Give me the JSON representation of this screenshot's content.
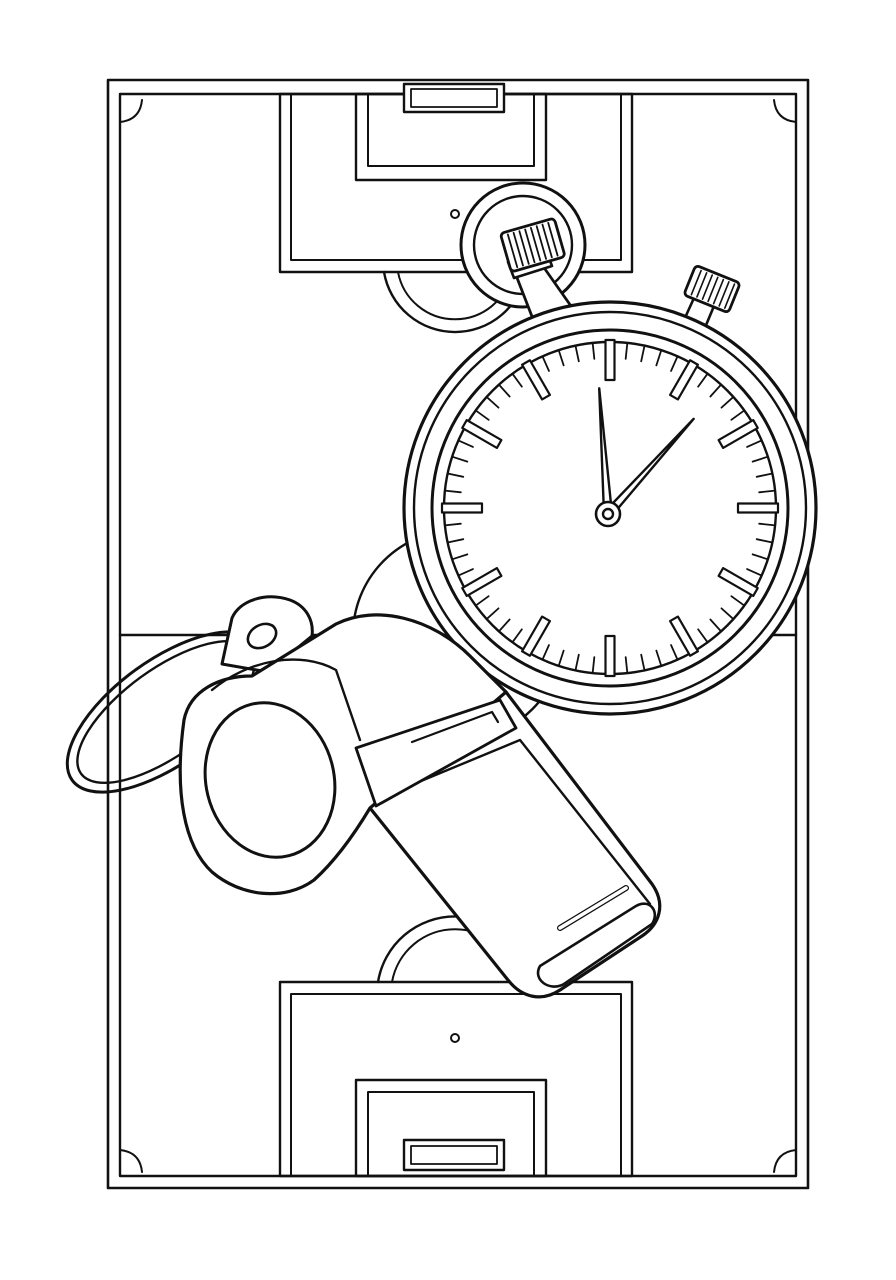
{
  "illustration": {
    "style": "black line-art coloring page",
    "background_color": "#ffffff",
    "line_color": "#111111",
    "subjects": [
      "soccer-field",
      "stopwatch",
      "whistle"
    ]
  },
  "stopwatch": {
    "major_tick_count": 12,
    "minor_tick_count": 60,
    "hand_minutes": 0,
    "hand_seconds": 7
  }
}
